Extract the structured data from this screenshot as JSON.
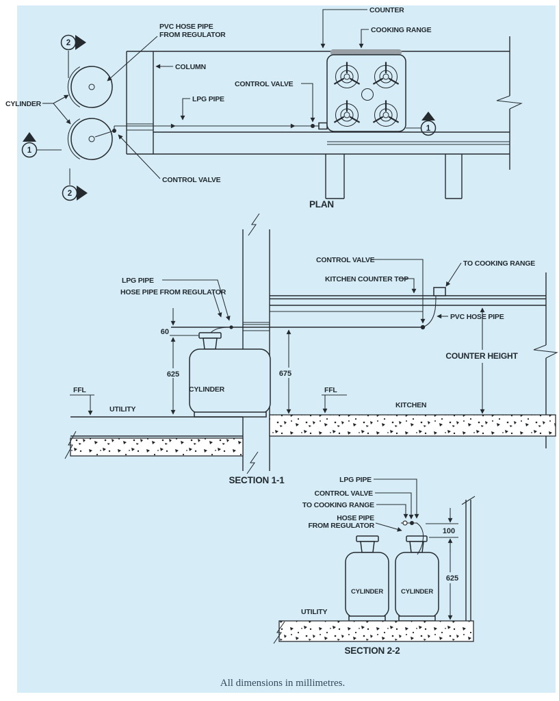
{
  "colors": {
    "background": "#d6edf8",
    "line": "#252a2e",
    "range_band": "#98a0a6",
    "note_text": "#36485c"
  },
  "note": "All dimensions in millimetres.",
  "plan": {
    "title": "PLAN",
    "labels": {
      "pvc_hose_line1": "PVC HOSE PIPE",
      "pvc_hose_line2": "FROM REGULATOR",
      "counter": "COUNTER",
      "cooking_range": "COOKING RANGE",
      "column": "COLUMN",
      "control_valve_top": "CONTROL VALVE",
      "lpg_pipe": "LPG PIPE",
      "cylinder": "CYLINDER",
      "control_valve_bottom": "CONTROL  VALVE"
    },
    "section_markers": {
      "one": "1",
      "two": "2"
    }
  },
  "section_1_1": {
    "title": "SECTION 1-1",
    "labels": {
      "control_valve": "CONTROL VALVE",
      "kitchen_counter_top": "KITCHEN COUNTER TOP",
      "to_cooking_range": "TO COOKING RANGE",
      "lpg_pipe": "LPG PIPE",
      "hose_pipe_from_regulator": "HOSE PIPE FROM REGULATOR",
      "pvc_hose_pipe": "PVC HOSE PIPE",
      "counter_height": "COUNTER HEIGHT",
      "ffl_utility": "FFL",
      "ffl_kitchen": "FFL",
      "utility": "UTILITY",
      "kitchen": "KITCHEN",
      "cylinder": "CYLINDER"
    },
    "dimensions": {
      "pipe_above_cylinder": "60",
      "cylinder_height": "625",
      "pipe_height": "675"
    }
  },
  "section_2_2": {
    "title": "SECTION 2-2",
    "labels": {
      "lpg_pipe": "LPG PIPE",
      "control_valve": "CONTROL VALVE",
      "to_cooking_range": "TO COOKING RANGE",
      "hose_pipe_line1": "HOSE PIPE",
      "hose_pipe_line2": "FROM REGULATOR",
      "utility": "UTILITY",
      "cylinder_left": "CYLINDER",
      "cylinder_right": "CYLINDER"
    },
    "dimensions": {
      "pipe_above_cylinder": "100",
      "cylinder_height": "625"
    }
  }
}
